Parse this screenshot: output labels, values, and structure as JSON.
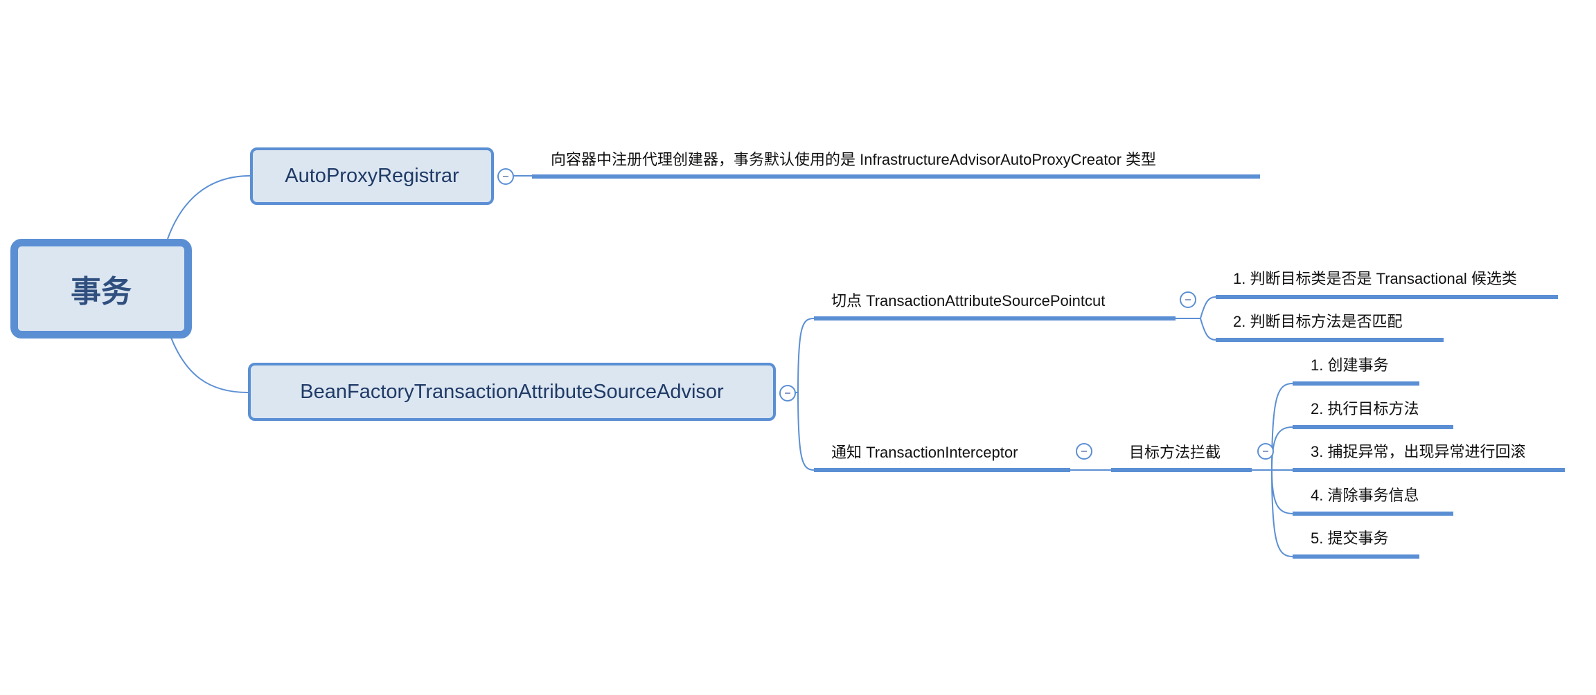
{
  "root": {
    "label": "事务"
  },
  "nodes": {
    "auto_proxy": {
      "label": "AutoProxyRegistrar",
      "note": "向容器中注册代理创建器，事务默认使用的是 InfrastructureAdvisorAutoProxyCreator 类型"
    },
    "advisor": {
      "label": "BeanFactoryTransactionAttributeSourceAdvisor",
      "pointcut": {
        "label": "切点 TransactionAttributeSourcePointcut",
        "children": [
          "1. 判断目标类是否是 Transactional 候选类",
          "2. 判断目标方法是否匹配"
        ]
      },
      "advice": {
        "label": "通知 TransactionInterceptor",
        "intercept": {
          "label": "目标方法拦截",
          "children": [
            "1. 创建事务",
            "2. 执行目标方法",
            "3. 捕捉异常，出现异常进行回滚",
            "4. 清除事务信息",
            "5. 提交事务"
          ]
        }
      }
    }
  },
  "colors": {
    "line": "#5b8fd4",
    "fill": "#dce6f1",
    "text": "#1f3a66"
  }
}
